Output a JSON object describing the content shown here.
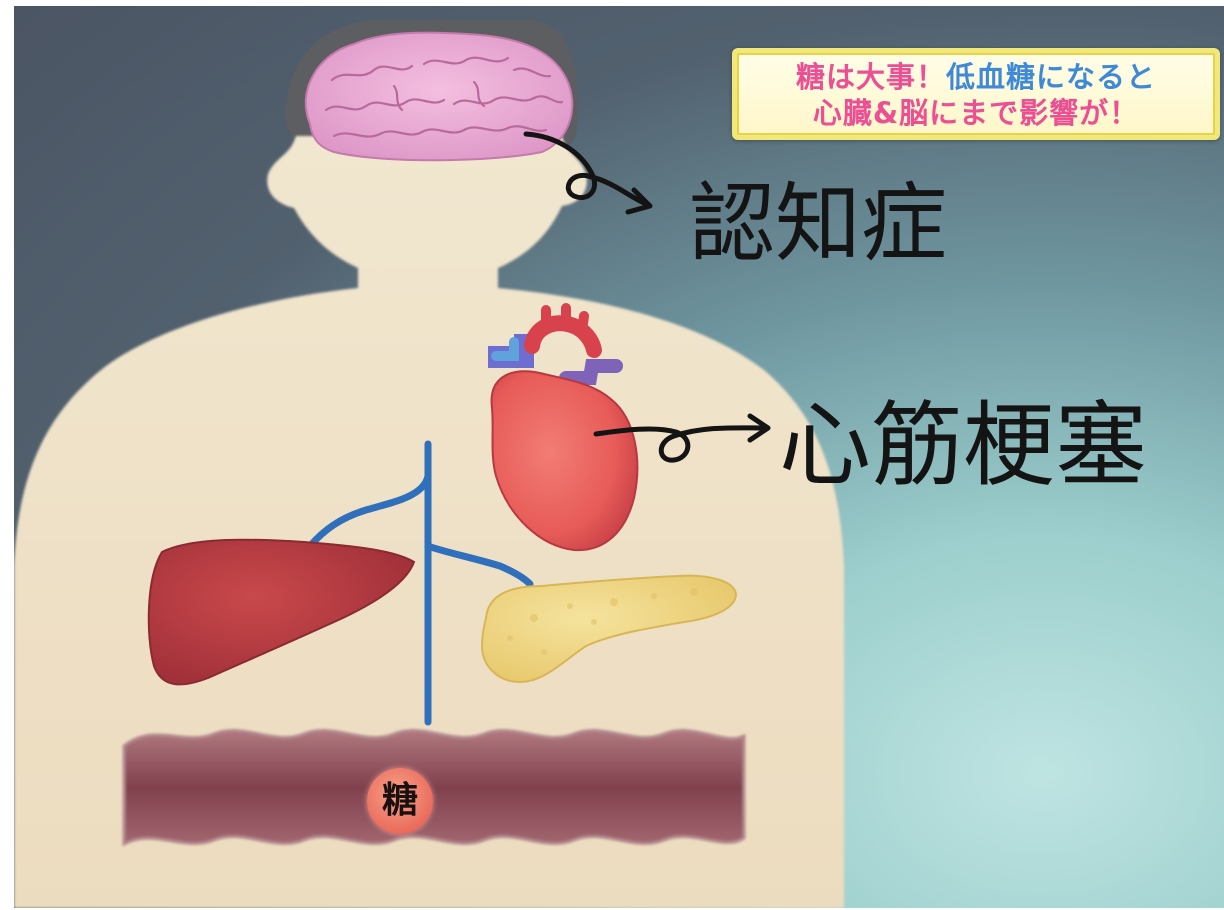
{
  "caption": {
    "line1_part1": "糖は大事！",
    "line1_part2": "低血糖になると",
    "line2": "心臓&脳にまで影響が！",
    "colors": {
      "pink": "#ec4f93",
      "blue": "#3e8ad8",
      "frame": "#f2e87a"
    }
  },
  "labels": {
    "dementia": "認知症",
    "myocardial_infarction": "心筋梗塞",
    "sugar": "糖"
  },
  "organs": [
    "brain",
    "heart",
    "liver",
    "pancreas",
    "intestine",
    "blood-vessel"
  ]
}
